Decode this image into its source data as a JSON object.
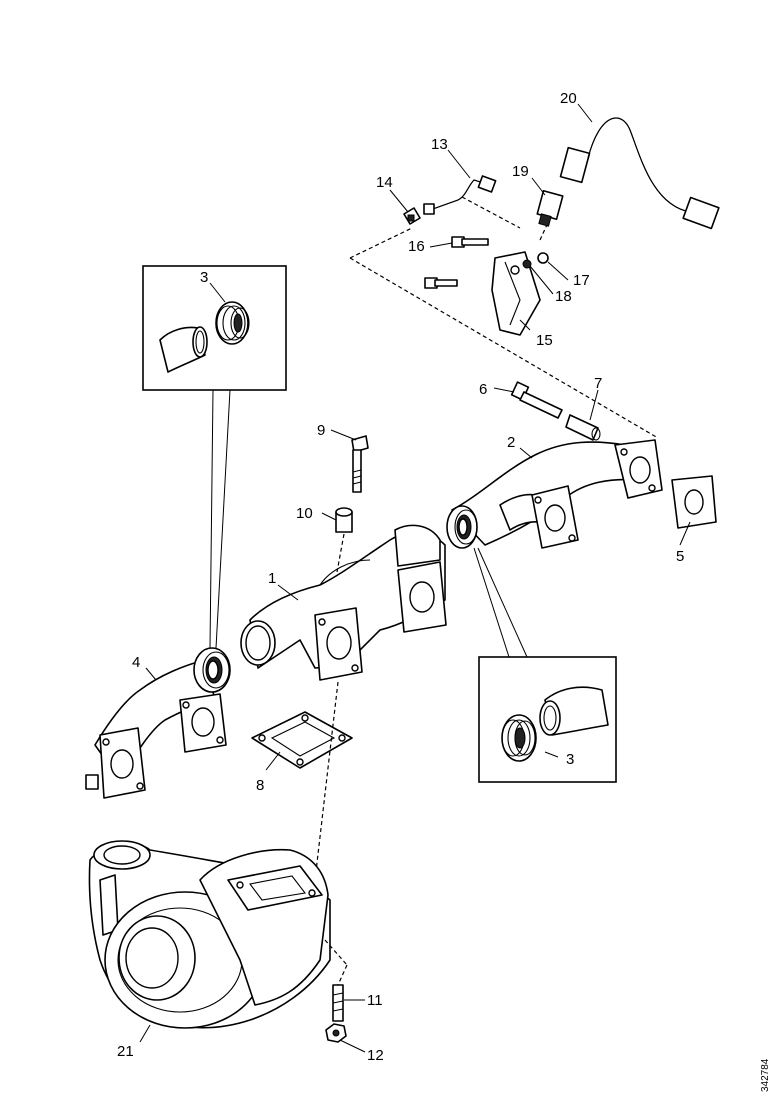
{
  "figure": {
    "reference_code": "342784",
    "callouts": [
      {
        "id": "c1",
        "text": "1"
      },
      {
        "id": "c2",
        "text": "2"
      },
      {
        "id": "c3a",
        "text": "3"
      },
      {
        "id": "c3b",
        "text": "3"
      },
      {
        "id": "c4",
        "text": "4"
      },
      {
        "id": "c5",
        "text": "5"
      },
      {
        "id": "c6",
        "text": "6"
      },
      {
        "id": "c7",
        "text": "7"
      },
      {
        "id": "c8",
        "text": "8"
      },
      {
        "id": "c9",
        "text": "9"
      },
      {
        "id": "c10",
        "text": "10"
      },
      {
        "id": "c11",
        "text": "11"
      },
      {
        "id": "c12",
        "text": "12"
      },
      {
        "id": "c13",
        "text": "13"
      },
      {
        "id": "c14",
        "text": "14"
      },
      {
        "id": "c15",
        "text": "15"
      },
      {
        "id": "c16",
        "text": "16"
      },
      {
        "id": "c17",
        "text": "17"
      },
      {
        "id": "c18",
        "text": "18"
      },
      {
        "id": "c19",
        "text": "19"
      },
      {
        "id": "c20",
        "text": "20"
      },
      {
        "id": "c21",
        "text": "21"
      }
    ]
  }
}
